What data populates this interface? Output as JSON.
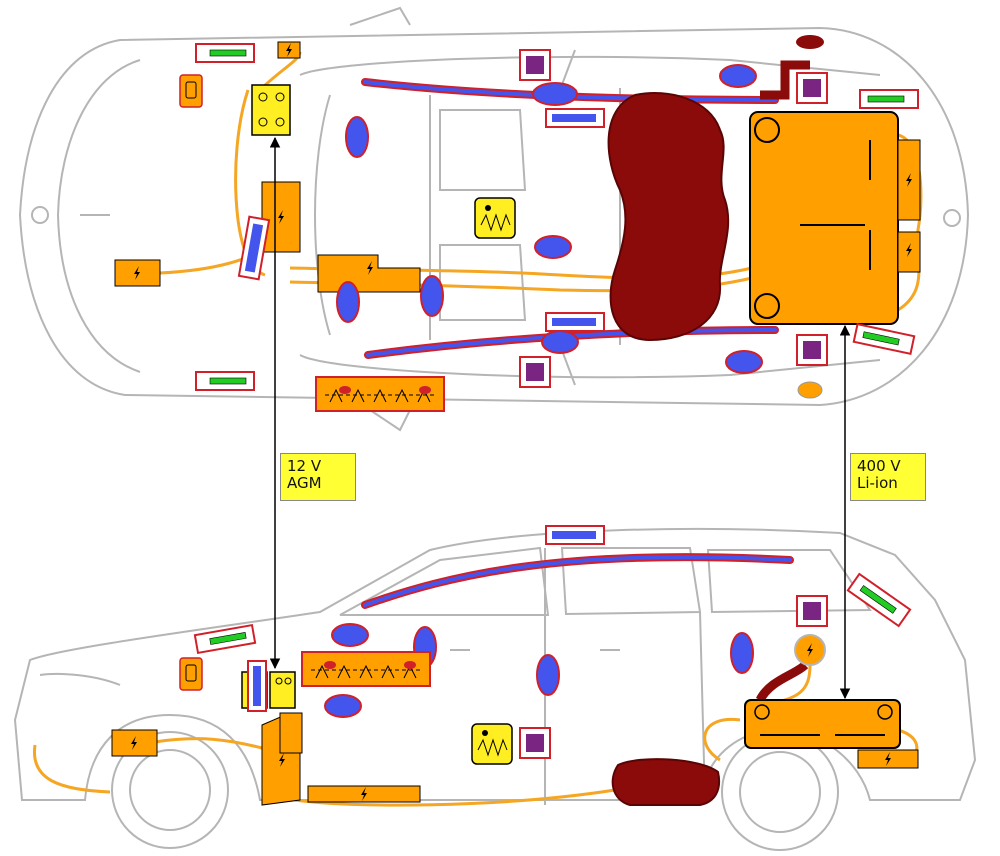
{
  "labels": {
    "battery_12v": {
      "voltage": "12 V",
      "type": "AGM"
    },
    "battery_400v": {
      "voltage": "400 V",
      "type": "Li-ion"
    }
  },
  "symbols": {
    "high_voltage": "ϟ"
  },
  "colors": {
    "car_outline": "#b5b5b5",
    "high_voltage_component": "#ffa000",
    "high_voltage_cable": "#f5a623",
    "airbag": "#4455ee",
    "airbag_border": "#d0202a",
    "gas_generator": "#7a2582",
    "fuel_tank": "#8b0a0a",
    "control_unit": "#ffee22",
    "seatbelt_tensioner": "#22cc22"
  }
}
